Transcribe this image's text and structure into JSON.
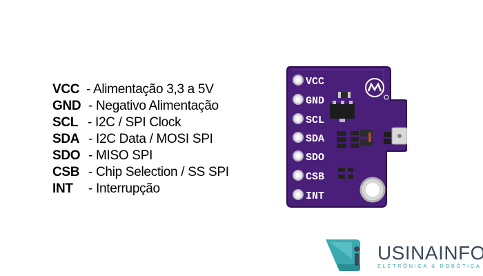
{
  "pins": [
    {
      "name": "VCC",
      "desc": "- Alimentação 3,3 a 5V"
    },
    {
      "name": "GND",
      "desc": "- Negativo Alimentação"
    },
    {
      "name": "SCL",
      "desc": " - I2C / SPI Clock"
    },
    {
      "name": "SDA",
      "desc": " - I2C Data / MOSI SPI"
    },
    {
      "name": "SDO",
      "desc": " - MISO SPI"
    },
    {
      "name": "CSB",
      "desc": " - Chip Selection / SS SPI"
    },
    {
      "name": "INT",
      "desc": " - Interrupção"
    }
  ],
  "board": {
    "silk_labels": [
      "VCC",
      "GND",
      "SCL",
      "SDA",
      "SDO",
      "CSB",
      "INT"
    ],
    "color": "#4a1f7a"
  },
  "brand": {
    "name": "USINAINFO",
    "tagline": "ELETRÔNICA & ROBÓTICA",
    "accent": "#3aa9b0"
  }
}
